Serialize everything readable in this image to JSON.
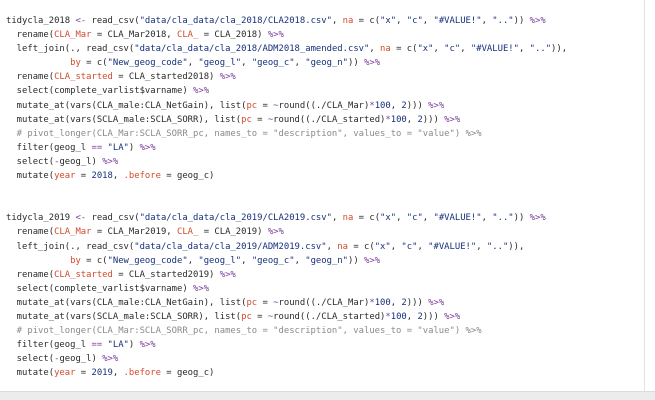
{
  "colors": {
    "text": "#2a2a2a",
    "operator": "#7a3e9d",
    "string": "#16307a",
    "number": "#16307a",
    "argument": "#d24a2c",
    "comment": "#8a8a8a",
    "background": "#ffffff"
  },
  "code": {
    "lines": [
      [
        [
          "i",
          "tidycla_2018 "
        ],
        [
          "o",
          "<-"
        ],
        [
          "i",
          " read_csv("
        ],
        [
          "s",
          "\"data/cla_data/cla_2018/CLA2018.csv\""
        ],
        [
          "i",
          ", "
        ],
        [
          "a",
          "na"
        ],
        [
          "i",
          " = c("
        ],
        [
          "s",
          "\"x\""
        ],
        [
          "i",
          ", "
        ],
        [
          "s",
          "\"c\""
        ],
        [
          "i",
          ", "
        ],
        [
          "s",
          "\"#VALUE!\""
        ],
        [
          "i",
          ", "
        ],
        [
          "s",
          "\"..\""
        ],
        [
          "i",
          ")) "
        ],
        [
          "o",
          "%>%"
        ]
      ],
      [
        [
          "i",
          "  rename("
        ],
        [
          "a",
          "CLA_Mar"
        ],
        [
          "i",
          " = CLA_Mar2018, "
        ],
        [
          "a",
          "CLA_"
        ],
        [
          "i",
          " = CLA_2018) "
        ],
        [
          "o",
          "%>%"
        ]
      ],
      [
        [
          "i",
          "  left_join(., read_csv("
        ],
        [
          "s",
          "\"data/cla_data/cla_2018/ADM2018_amended.csv\""
        ],
        [
          "i",
          ", "
        ],
        [
          "a",
          "na"
        ],
        [
          "i",
          " = c("
        ],
        [
          "s",
          "\"x\""
        ],
        [
          "i",
          ", "
        ],
        [
          "s",
          "\"c\""
        ],
        [
          "i",
          ", "
        ],
        [
          "s",
          "\"#VALUE!\""
        ],
        [
          "i",
          ", "
        ],
        [
          "s",
          "\"..\""
        ],
        [
          "i",
          ")),"
        ]
      ],
      [
        [
          "i",
          "            "
        ],
        [
          "a",
          "by"
        ],
        [
          "i",
          " = c("
        ],
        [
          "s",
          "\"New_geog_code\""
        ],
        [
          "i",
          ", "
        ],
        [
          "s",
          "\"geog_l\""
        ],
        [
          "i",
          ", "
        ],
        [
          "s",
          "\"geog_c\""
        ],
        [
          "i",
          ", "
        ],
        [
          "s",
          "\"geog_n\""
        ],
        [
          "i",
          ")) "
        ],
        [
          "o",
          "%>%"
        ]
      ],
      [
        [
          "i",
          "  rename("
        ],
        [
          "a",
          "CLA_started"
        ],
        [
          "i",
          " = CLA_started2018) "
        ],
        [
          "o",
          "%>%"
        ]
      ],
      [
        [
          "i",
          "  select(complete_varlist$varname) "
        ],
        [
          "o",
          "%>%"
        ]
      ],
      [
        [
          "i",
          "  mutate_at(vars(CLA_male:CLA_NetGain), list("
        ],
        [
          "a",
          "pc"
        ],
        [
          "i",
          " = "
        ],
        [
          "o",
          "~"
        ],
        [
          "i",
          "round((./CLA_Mar)"
        ],
        [
          "o",
          "*"
        ],
        [
          "n",
          "100"
        ],
        [
          "i",
          ", "
        ],
        [
          "n",
          "2"
        ],
        [
          "i",
          "))) "
        ],
        [
          "o",
          "%>%"
        ]
      ],
      [
        [
          "i",
          "  mutate_at(vars(SCLA_male:SCLA_SORR), list("
        ],
        [
          "a",
          "pc"
        ],
        [
          "i",
          " = "
        ],
        [
          "o",
          "~"
        ],
        [
          "i",
          "round((./CLA_started)"
        ],
        [
          "o",
          "*"
        ],
        [
          "n",
          "100"
        ],
        [
          "i",
          ", "
        ],
        [
          "n",
          "2"
        ],
        [
          "i",
          "))) "
        ],
        [
          "o",
          "%>%"
        ]
      ],
      [
        [
          "c",
          "  # pivot_longer(CLA_Mar:SCLA_SORR_pc, names_to = \"description\", values_to = \"value\") %>%"
        ]
      ],
      [
        [
          "i",
          "  filter(geog_l "
        ],
        [
          "o",
          "=="
        ],
        [
          "i",
          " "
        ],
        [
          "s",
          "\"LA\""
        ],
        [
          "i",
          ") "
        ],
        [
          "o",
          "%>%"
        ]
      ],
      [
        [
          "i",
          "  select("
        ],
        [
          "o",
          "-"
        ],
        [
          "i",
          "geog_l) "
        ],
        [
          "o",
          "%>%"
        ]
      ],
      [
        [
          "i",
          "  mutate("
        ],
        [
          "a",
          "year"
        ],
        [
          "i",
          " = "
        ],
        [
          "n",
          "2018"
        ],
        [
          "i",
          ", "
        ],
        [
          "a",
          ".before"
        ],
        [
          "i",
          " = geog_c)"
        ]
      ],
      [
        [
          "i",
          " "
        ]
      ],
      [
        [
          "i",
          " "
        ]
      ],
      [
        [
          "i",
          "tidycla_2019 "
        ],
        [
          "o",
          "<-"
        ],
        [
          "i",
          " read_csv("
        ],
        [
          "s",
          "\"data/cla_data/cla_2019/CLA2019.csv\""
        ],
        [
          "i",
          ", "
        ],
        [
          "a",
          "na"
        ],
        [
          "i",
          " = c("
        ],
        [
          "s",
          "\"x\""
        ],
        [
          "i",
          ", "
        ],
        [
          "s",
          "\"c\""
        ],
        [
          "i",
          ", "
        ],
        [
          "s",
          "\"#VALUE!\""
        ],
        [
          "i",
          ", "
        ],
        [
          "s",
          "\"..\""
        ],
        [
          "i",
          ")) "
        ],
        [
          "o",
          "%>%"
        ]
      ],
      [
        [
          "i",
          "  rename("
        ],
        [
          "a",
          "CLA_Mar"
        ],
        [
          "i",
          " = CLA_Mar2019, "
        ],
        [
          "a",
          "CLA_"
        ],
        [
          "i",
          " = CLA_2019) "
        ],
        [
          "o",
          "%>%"
        ]
      ],
      [
        [
          "i",
          "  left_join(., read_csv("
        ],
        [
          "s",
          "\"data/cla_data/cla_2019/ADM2019.csv\""
        ],
        [
          "i",
          ", "
        ],
        [
          "a",
          "na"
        ],
        [
          "i",
          " = c("
        ],
        [
          "s",
          "\"x\""
        ],
        [
          "i",
          ", "
        ],
        [
          "s",
          "\"c\""
        ],
        [
          "i",
          ", "
        ],
        [
          "s",
          "\"#VALUE!\""
        ],
        [
          "i",
          ", "
        ],
        [
          "s",
          "\"..\""
        ],
        [
          "i",
          ")),"
        ]
      ],
      [
        [
          "i",
          "            "
        ],
        [
          "a",
          "by"
        ],
        [
          "i",
          " = c("
        ],
        [
          "s",
          "\"New_geog_code\""
        ],
        [
          "i",
          ", "
        ],
        [
          "s",
          "\"geog_l\""
        ],
        [
          "i",
          ", "
        ],
        [
          "s",
          "\"geog_c\""
        ],
        [
          "i",
          ", "
        ],
        [
          "s",
          "\"geog_n\""
        ],
        [
          "i",
          ")) "
        ],
        [
          "o",
          "%>%"
        ]
      ],
      [
        [
          "i",
          "  rename("
        ],
        [
          "a",
          "CLA_started"
        ],
        [
          "i",
          " = CLA_started2019) "
        ],
        [
          "o",
          "%>%"
        ]
      ],
      [
        [
          "i",
          "  select(complete_varlist$varname) "
        ],
        [
          "o",
          "%>%"
        ]
      ],
      [
        [
          "i",
          "  mutate_at(vars(CLA_male:CLA_NetGain), list("
        ],
        [
          "a",
          "pc"
        ],
        [
          "i",
          " = "
        ],
        [
          "o",
          "~"
        ],
        [
          "i",
          "round((./CLA_Mar)"
        ],
        [
          "o",
          "*"
        ],
        [
          "n",
          "100"
        ],
        [
          "i",
          ", "
        ],
        [
          "n",
          "2"
        ],
        [
          "i",
          "))) "
        ],
        [
          "o",
          "%>%"
        ]
      ],
      [
        [
          "i",
          "  mutate_at(vars(SCLA_male:SCLA_SORR), list("
        ],
        [
          "a",
          "pc"
        ],
        [
          "i",
          " = "
        ],
        [
          "o",
          "~"
        ],
        [
          "i",
          "round((./CLA_started)"
        ],
        [
          "o",
          "*"
        ],
        [
          "n",
          "100"
        ],
        [
          "i",
          ", "
        ],
        [
          "n",
          "2"
        ],
        [
          "i",
          "))) "
        ],
        [
          "o",
          "%>%"
        ]
      ],
      [
        [
          "c",
          "  # pivot_longer(CLA_Mar:SCLA_SORR_pc, names_to = \"description\", values_to = \"value\") %>%"
        ]
      ],
      [
        [
          "i",
          "  filter(geog_l "
        ],
        [
          "o",
          "=="
        ],
        [
          "i",
          " "
        ],
        [
          "s",
          "\"LA\""
        ],
        [
          "i",
          ") "
        ],
        [
          "o",
          "%>%"
        ]
      ],
      [
        [
          "i",
          "  select("
        ],
        [
          "o",
          "-"
        ],
        [
          "i",
          "geog_l) "
        ],
        [
          "o",
          "%>%"
        ]
      ],
      [
        [
          "i",
          "  mutate("
        ],
        [
          "a",
          "year"
        ],
        [
          "i",
          " = "
        ],
        [
          "n",
          "2019"
        ],
        [
          "i",
          ", "
        ],
        [
          "a",
          ".before"
        ],
        [
          "i",
          " = geog_c)"
        ]
      ]
    ]
  }
}
